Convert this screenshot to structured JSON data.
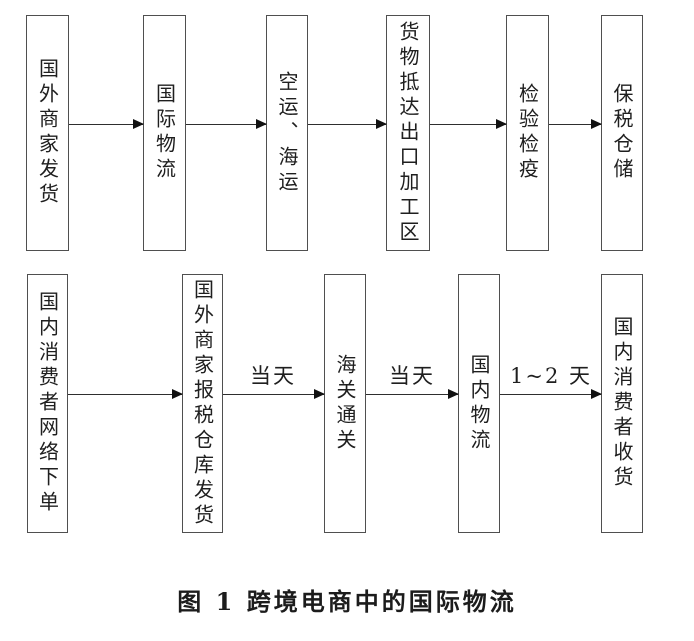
{
  "diagram": {
    "caption": "图 1  跨境电商中的国际物流",
    "top_row": {
      "boxes": [
        "国外商家发货",
        "国际物流",
        "空运、海运",
        "货物抵达出口加工区",
        "检验检疫",
        "保税仓储"
      ]
    },
    "bottom_row": {
      "boxes": [
        "国内消费者网络下单",
        "国外商家报税仓库发货",
        "海关通关",
        "国内物流",
        "国内消费者收货"
      ],
      "arrow_labels": {
        "warehouse_to_customs": "当天",
        "customs_to_domestic": "当天",
        "domestic_to_consumer": "1~2 天"
      }
    },
    "colors": {
      "background": "#ffffff",
      "box_border": "#4f4f4f",
      "text": "#1f1f1f",
      "arrow": "#2e2e2e"
    }
  }
}
